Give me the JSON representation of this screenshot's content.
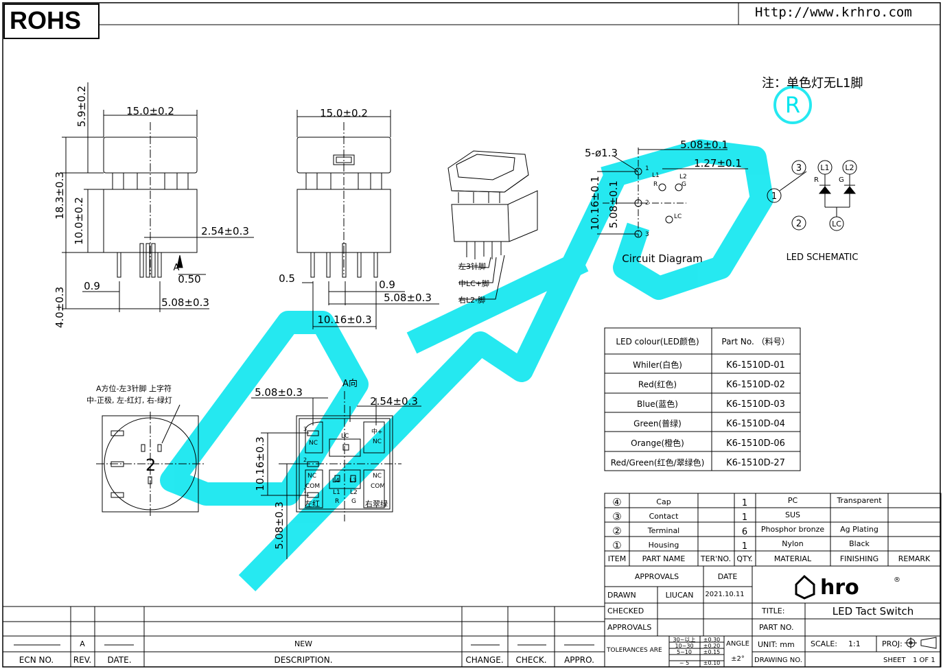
{
  "header": {
    "rohs": "ROHS",
    "url": "Http://www.krhro.com",
    "note": "注：单色灯无L1脚"
  },
  "dims": {
    "w1": "15.0±0.2",
    "w2": "15.0±0.2",
    "cap_h": "5.9±0.2",
    "total_h": "18.3±0.3",
    "body_h": "10.0±0.2",
    "pitch_254_a": "2.54±0.3",
    "pin_len": "4.0±0.3",
    "pin_w_a": "0.9",
    "pin_t": "0.50",
    "pitch_508_a": "5.08±0.3",
    "pin_w_b": "0.5",
    "pin_w_c": "0.9",
    "pitch_508_b": "5.08±0.3",
    "pitch_1016": "10.16±0.3",
    "hole": "5-ø1.3",
    "cd_508": "5.08±0.1",
    "cd_127": "1.27±0.1",
    "cd_1016": "10.16±0.1",
    "cd_508v": "5.08±0.1",
    "bv_508": "5.08±0.3",
    "bv_254": "2.54±0.3",
    "bv_1016": "10.16±0.3",
    "bv_508v": "5.08±0.3",
    "arrow_a": "A",
    "a_dir": "A向"
  },
  "labels": {
    "pin_left": "左3针脚",
    "pin_mid": "中LC+脚",
    "pin_right": "右L2-脚",
    "circuit": "Circuit  Diagram",
    "led_schematic": "LED  SCHEMATIC",
    "a_note1": "A方位-左3针脚  上字符",
    "a_note2": "中-正极, 左-红灯, 右-绿灯",
    "num2": "2",
    "c1": "1",
    "c2": "2",
    "c3": "3",
    "L1": "L1",
    "L2": "L2",
    "LC": "LC",
    "R": "R",
    "G": "G",
    "bv_lc": "LC",
    "bv_mid": "中+",
    "bv_nc1": "NC",
    "bv_nc2": "NC",
    "bv_nc3": "NC",
    "bv_nc4": "NC",
    "bv_com1": "COM",
    "bv_com2": "COM",
    "bv_l1": "L1",
    "bv_l2": "L2",
    "bv_l4": "L4",
    "bv_l3": "L3",
    "bv_r": "R",
    "bv_g": "G",
    "bv_red": "左红",
    "bv_green": "右翠绿",
    "bv_3": "3",
    "bv_2": "2",
    "bv_1": "1",
    "cd_1": "1",
    "cd_2": "2",
    "cd_3": "3",
    "cd_L1": "L1",
    "cd_R": "R",
    "cd_L2": "L2",
    "cd_G": "G",
    "cd_LC": "LC"
  },
  "part_table": {
    "headers": [
      "LED  colour(LED颜色)",
      "Part  No. （料号）"
    ],
    "rows": [
      [
        "Whiler(白色)",
        "K6-1510D-01"
      ],
      [
        "Red(红色)",
        "K6-1510D-02"
      ],
      [
        "Blue(蓝色)",
        "K6-1510D-03"
      ],
      [
        "Green(普绿)",
        "K6-1510D-04"
      ],
      [
        "Orange(橙色)",
        "K6-1510D-06"
      ],
      [
        "Red/Green(红色/翠绿色)",
        "K6-1510D-27"
      ]
    ]
  },
  "bom": {
    "rows": [
      {
        "item": "④",
        "name": "Cap",
        "qty": "1",
        "material": "PC",
        "finishing": "Transparent"
      },
      {
        "item": "③",
        "name": "Contact",
        "qty": "1",
        "material": "SUS",
        "finishing": ""
      },
      {
        "item": "②",
        "name": "Terminal",
        "qty": "6",
        "material": "Phosphor  bronze",
        "finishing": "Ag  Plating"
      },
      {
        "item": "①",
        "name": "Housing",
        "qty": "1",
        "material": "Nylon",
        "finishing": "Black"
      }
    ],
    "headers": [
      "ITEM",
      "PART  NAME",
      "TER'NO.",
      "QTY.",
      "MATERIAL",
      "FINISHING",
      "REMARK"
    ]
  },
  "title_block": {
    "approvals": "APPROVALS",
    "date": "DATE",
    "drawn": "DRAWN",
    "drawn_by": "LIUCAN",
    "drawn_date": "2021.10.11",
    "checked": "CHECKED",
    "approvals2": "APPROVALS",
    "title_label": "TITLE:",
    "title": "LED  Tact  Switch",
    "part_no": "PART  NO.",
    "logo": "hro",
    "reg": "®",
    "tolerances": "TOLERANCES  ARE",
    "tol_ranges": [
      "30~以上",
      "10~30",
      "5~10",
      "~ 5"
    ],
    "tol_values": [
      "±0.30",
      "±0.20",
      "±0.15",
      "±0.10"
    ],
    "angle": "ANGLE",
    "angle_val": "±2°",
    "unit": "UNIT:  mm",
    "scale": "SCALE:",
    "scale_val": "1:1",
    "proj": "PROJ:",
    "drawing_no": "DRAWING  NO.",
    "sheet": "SHEET",
    "sheet_val": "1  OF  1"
  },
  "revision": {
    "rev": "A",
    "desc": "NEW",
    "headers": [
      "ECN  NO.",
      "REV.",
      "DATE.",
      "DESCRIPTION.",
      "CHANGE.",
      "CHECK.",
      "APPRO."
    ]
  },
  "colors": {
    "watermark": "#00e5ee",
    "line": "#000000"
  }
}
